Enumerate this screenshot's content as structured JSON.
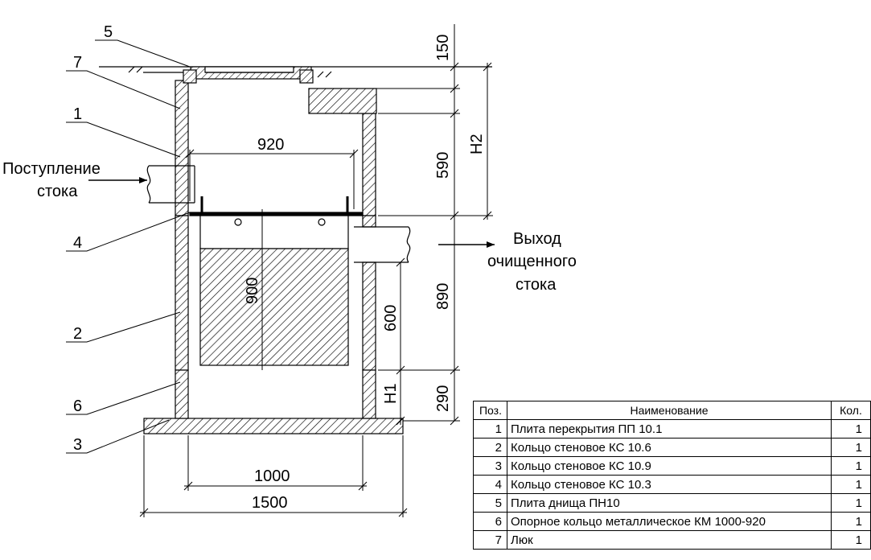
{
  "callouts": [
    "7",
    "1",
    "2",
    "6",
    "3",
    "4",
    "5"
  ],
  "dimensions": {
    "d150": "150",
    "d590": "590",
    "dH2": "H2",
    "d920": "920",
    "d900": "900",
    "d600": "600",
    "d890": "890",
    "dH1": "H1",
    "d290": "290",
    "d1000": "1000",
    "d1500": "1500"
  },
  "flows": {
    "inlet_line1": "Поступление",
    "inlet_line2": "стока",
    "outlet_line1": "Выход",
    "outlet_line2": "очищенного",
    "outlet_line3": "стока"
  },
  "spec_table": {
    "headers": [
      "Поз.",
      "Наименование",
      "Кол."
    ],
    "rows": [
      {
        "pos": "1",
        "name": "Плита перекрытия ПП 10.1",
        "qty": "1"
      },
      {
        "pos": "2",
        "name": "Кольцо стеновое КС 10.6",
        "qty": "1"
      },
      {
        "pos": "3",
        "name": "Кольцо стеновое КС 10.9",
        "qty": "1"
      },
      {
        "pos": "4",
        "name": "Кольцо стеновое КС 10.3",
        "qty": "1"
      },
      {
        "pos": "5",
        "name": "Плита днища ПН10",
        "qty": "1"
      },
      {
        "pos": "6",
        "name": "Опорное кольцо металлическое КМ 1000-920",
        "qty": "1"
      },
      {
        "pos": "7",
        "name": "Люк",
        "qty": "1"
      }
    ]
  },
  "colors": {
    "line": "#000000",
    "background": "#ffffff"
  }
}
